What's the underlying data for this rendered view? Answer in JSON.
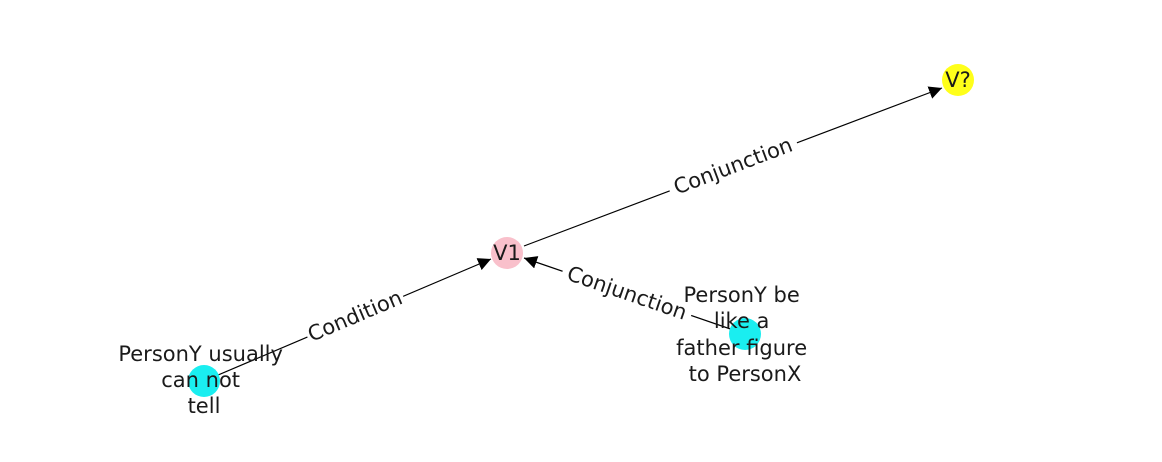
{
  "graph": {
    "nodes": {
      "v1": {
        "label": "V1",
        "color": "#f9c0cb"
      },
      "vq": {
        "label": "V?",
        "color": "#ffff1a"
      },
      "a": {
        "label_lines": [
          "PersonY usually",
          "can not",
          "tell"
        ],
        "color": "#1aeef0"
      },
      "b": {
        "label_lines": [
          "PersonY be",
          "like a",
          "father figure",
          "to PersonX"
        ],
        "color": "#1aeef0"
      }
    },
    "edges": {
      "condition": {
        "label": "Condition"
      },
      "conj_top": {
        "label": "Conjunction"
      },
      "conj_right": {
        "label": "Conjunction"
      }
    }
  }
}
